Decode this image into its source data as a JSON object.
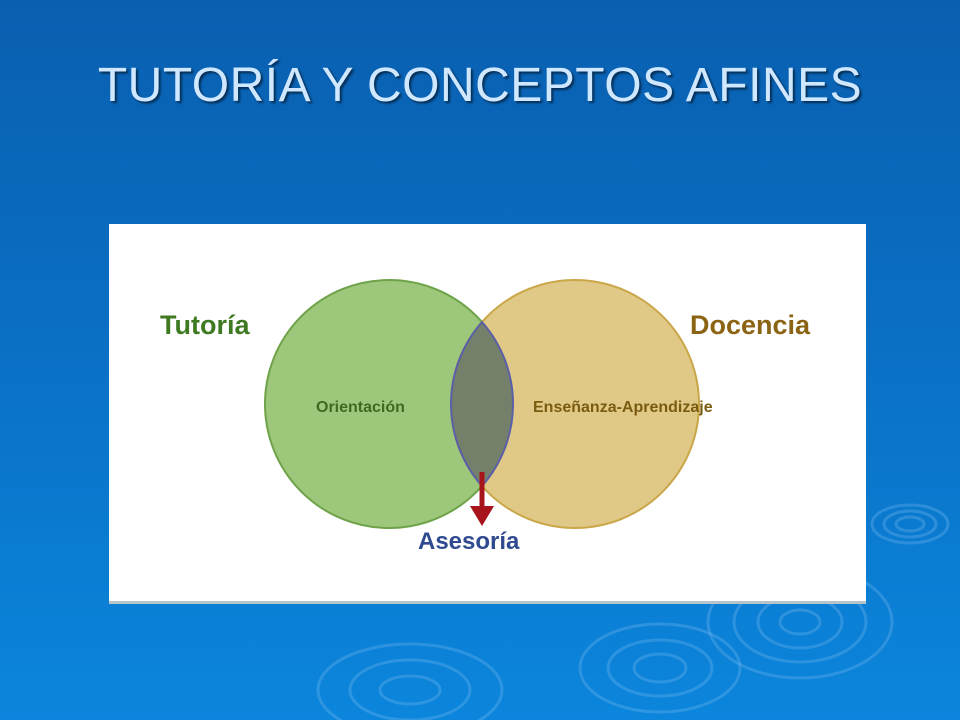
{
  "slide": {
    "title": "TUTORÍA Y CONCEPTOS AFINES"
  },
  "diagram": {
    "left_circle": {
      "title": "Tutoría",
      "inner_label": "Orientación",
      "color": "#9dc77b"
    },
    "right_circle": {
      "title": "Docencia",
      "inner_label": "Enseñanza-Aprendizaje",
      "color": "#e0c886"
    },
    "intersection": {
      "label": "Asesoría",
      "color": "#74806a"
    },
    "arrow_color": "#a8141c"
  }
}
